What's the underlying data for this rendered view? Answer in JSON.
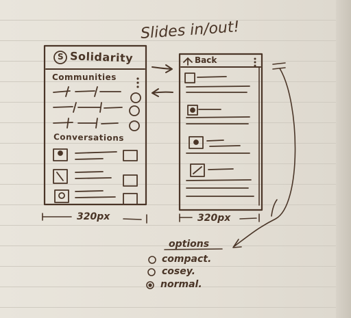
{
  "header": {
    "note": "Slides in/out!"
  },
  "left_panel": {
    "app_name": "Solidarity",
    "logo_letter": "S",
    "sections": {
      "communities": "Communities",
      "conversations": "Conversations"
    },
    "width_label": "320px"
  },
  "right_panel": {
    "back_label": "Back",
    "width_label": "320px"
  },
  "options": {
    "title": "options",
    "items": [
      {
        "label": "compact.",
        "selected": false
      },
      {
        "label": "cosey.",
        "selected": false
      },
      {
        "label": "normal.",
        "selected": true
      }
    ]
  },
  "colors": {
    "ink": "#4a3527",
    "paper": "#e6e1d7",
    "rule": "#cfcac0"
  }
}
